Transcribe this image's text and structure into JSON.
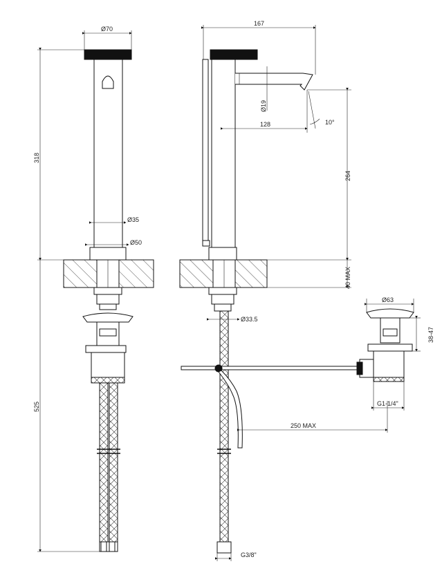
{
  "dimensions": {
    "top_diameter": "Ø70",
    "overall_width": "167",
    "height_upper": "318",
    "spout_diameter": "Ø19",
    "spout_reach": "128",
    "spout_angle": "10°",
    "spout_height": "264",
    "body_diameter": "Ø35",
    "base_diameter": "Ø50",
    "counter_thickness": "40 MAX",
    "hole_diameter": "Ø33.5",
    "waste_diameter": "Ø63",
    "waste_range": "38-47",
    "waste_thread": "G1-1/4\"",
    "rod_length": "250 MAX",
    "hose_length": "525",
    "hose_thread": "G3/8\""
  },
  "colors": {
    "line": "#111111",
    "background": "#ffffff"
  }
}
